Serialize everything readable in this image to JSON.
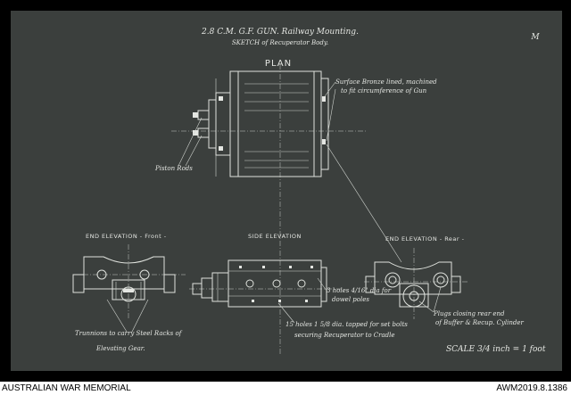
{
  "drawing": {
    "title": "2.8 C.M. G.F. GUN.  Railway Mounting.",
    "subtitle": "SKETCH of Recuperator Body.",
    "sheet_mark": "M",
    "views": {
      "plan": "PLAN",
      "end_front": "END ELEVATION - Front -",
      "side": "SIDE ELEVATION",
      "end_rear": "END ELEVATION - Rear -"
    },
    "notes": {
      "surface_1": "Surface Bronze lined, machined",
      "surface_2": "to fit circumference of Gun",
      "piston_rods": "Piston Rods",
      "trunnions_1": "Trunnions to carry Steel Racks of",
      "trunnions_2": "Elevating Gear.",
      "holes_dowel_1": "3 holes 4/16\" dia for",
      "holes_dowel_2": "dowel poles",
      "holes_bolts_1": "15 holes 1 5/8 dia. tapped for set bolts",
      "holes_bolts_2": "securing Recuperator to Cradle",
      "plugs_1": "Plugs closing rear end",
      "plugs_2": "of Buffer & Recup. Cylinder"
    },
    "scale": "SCALE  3/4 inch = 1 foot"
  },
  "footer": {
    "left": "AUSTRALIAN WAR MEMORIAL",
    "right": "AWM2019.8.1386"
  }
}
